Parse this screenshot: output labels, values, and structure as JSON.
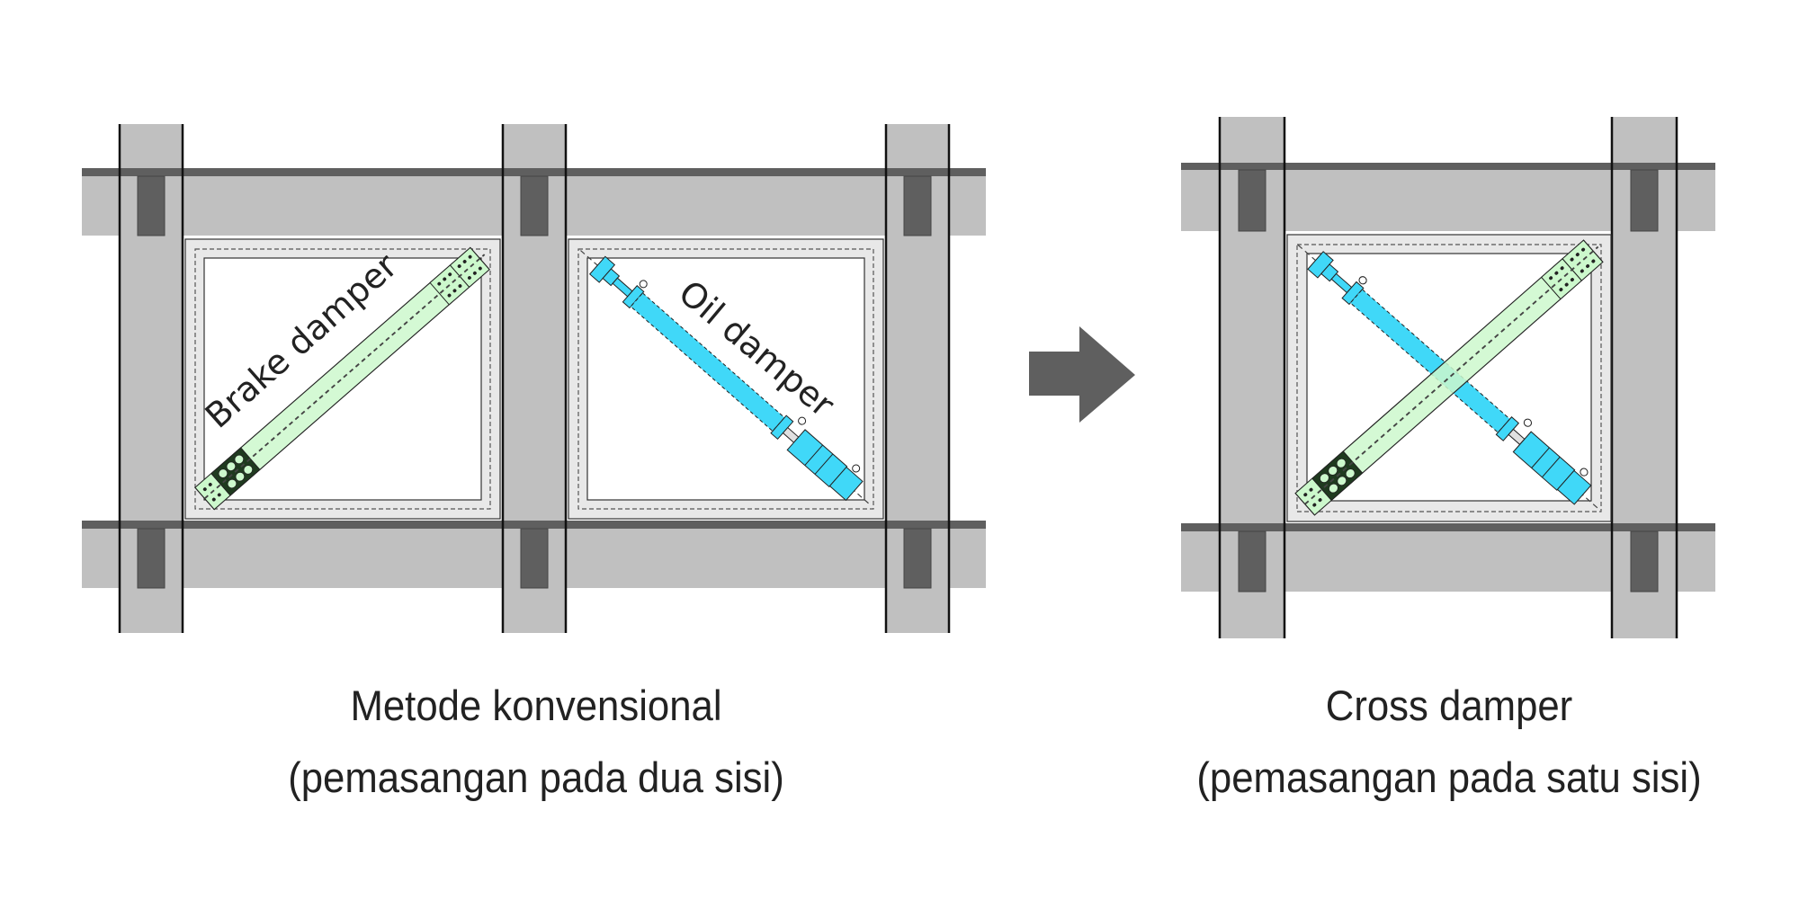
{
  "colors": {
    "beam_light": "#c0c0c0",
    "beam_dark": "#5f5f5f",
    "frame_light": "#e8e8e8",
    "brake_green": "#ccf8cc",
    "oil_blue": "#40d8f8",
    "overlap": "#38d8cc",
    "arrow": "#5f5f5f",
    "text": "#222222"
  },
  "left_diagram": {
    "panel_left": {
      "device": "brake",
      "label": "Brake damper"
    },
    "panel_right": {
      "device": "oil",
      "label": "Oil damper"
    },
    "caption": {
      "line1": "Metode konvensional",
      "line2": "(pemasangan pada dua sisi)"
    }
  },
  "arrow": {
    "icon": "right-arrow-icon"
  },
  "right_diagram": {
    "panel": {
      "devices": [
        "oil",
        "brake"
      ]
    },
    "caption": {
      "line1": "Cross damper",
      "line2": "(pemasangan pada satu sisi)"
    }
  }
}
